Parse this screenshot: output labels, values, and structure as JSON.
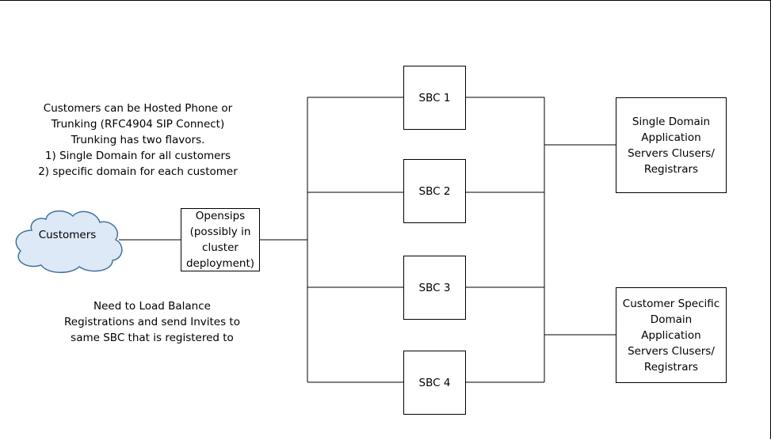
{
  "diagram": {
    "notes": {
      "customers_info": "Customers can be Hosted Phone or\nTrunking (RFC4904 SIP Connect)\nTrunking has two flavors.\n1) Single Domain for all customers\n2) specific domain for each customer",
      "load_balance": "Need to Load Balance\nRegistrations and send Invites to\nsame SBC that is registered to"
    },
    "nodes": {
      "customers": "Customers",
      "opensips": "Opensips\n(possibly in\ncluster\ndeployment)",
      "sbc1": "SBC 1",
      "sbc2": "SBC 2",
      "sbc3": "SBC 3",
      "sbc4": "SBC 4",
      "single_domain": "Single Domain\nApplication\nServers Clusers/\nRegistrars",
      "customer_specific": "Customer Specific\nDomain\nApplication\nServers Clusers/\nRegistrars"
    },
    "colors": {
      "cloud_fill": "#dde9f6",
      "cloud_stroke": "#41719c",
      "line": "#000000"
    }
  }
}
